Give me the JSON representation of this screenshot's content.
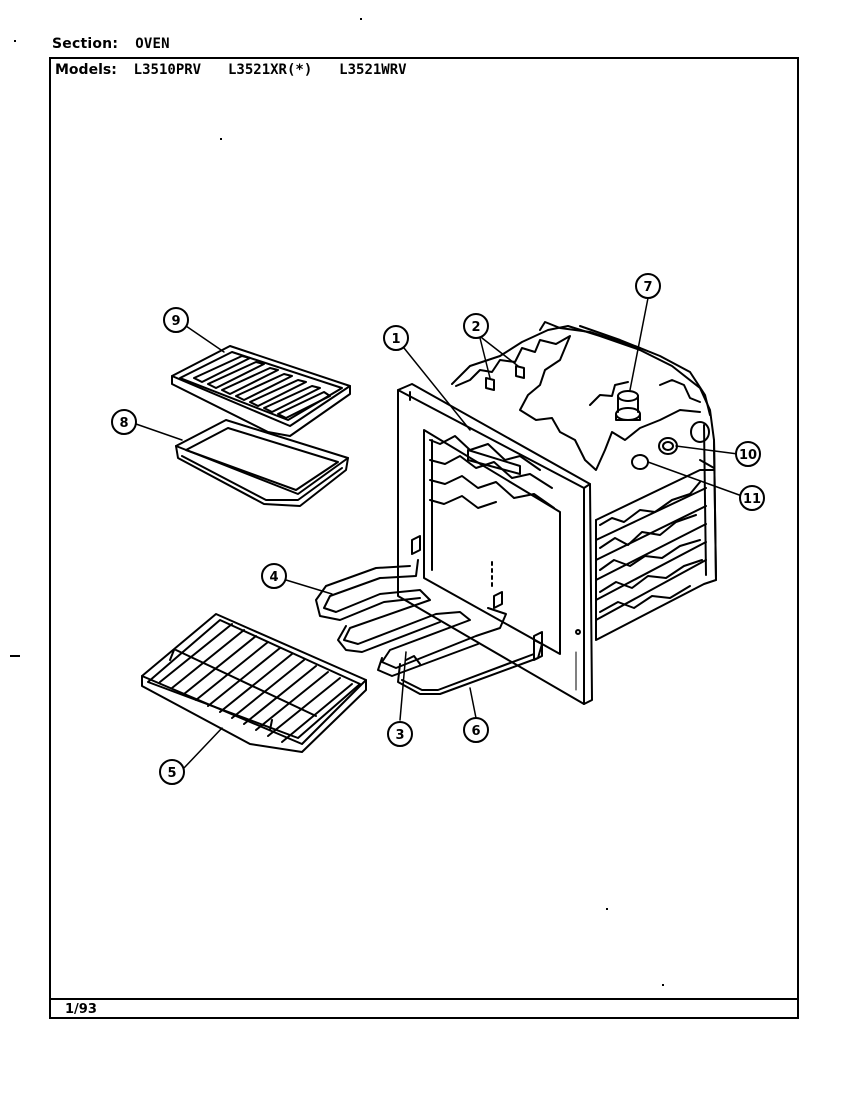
{
  "header": {
    "section_label": "Section:",
    "section_value": "OVEN",
    "models_label": "Models:",
    "models": [
      "L3510PRV",
      "L3521XR(*)",
      "L3521WRV"
    ]
  },
  "footer": {
    "date": "1/93"
  },
  "callouts": [
    {
      "id": "1",
      "label": "1"
    },
    {
      "id": "2",
      "label": "2"
    },
    {
      "id": "3",
      "label": "3"
    },
    {
      "id": "4",
      "label": "4"
    },
    {
      "id": "5",
      "label": "5"
    },
    {
      "id": "6",
      "label": "6"
    },
    {
      "id": "7",
      "label": "7"
    },
    {
      "id": "8",
      "label": "8"
    },
    {
      "id": "9",
      "label": "9"
    },
    {
      "id": "10",
      "label": "10"
    },
    {
      "id": "11",
      "label": "11"
    }
  ]
}
